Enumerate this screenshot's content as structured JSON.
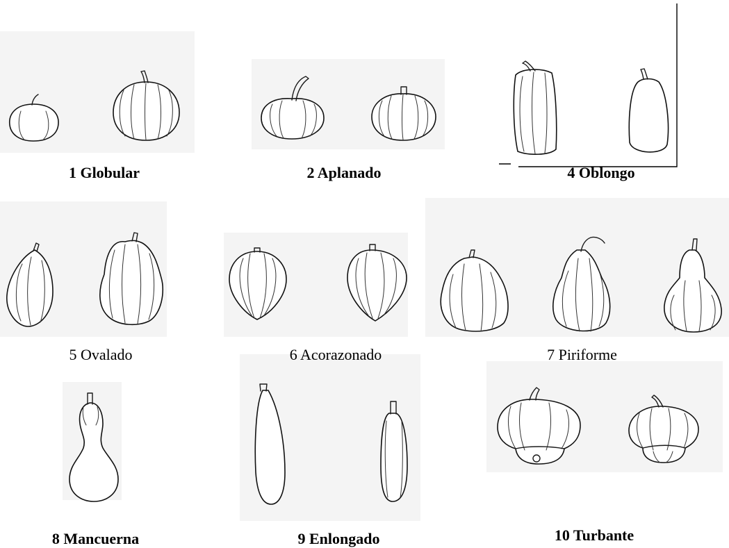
{
  "figure": {
    "shapes": [
      {
        "id": "globular",
        "label": "1 Globular",
        "bold": true
      },
      {
        "id": "aplanado",
        "label": "2 Aplanado",
        "bold": true
      },
      {
        "id": "oblongo",
        "label": "4 Oblongo",
        "bold": true
      },
      {
        "id": "ovalado",
        "label": "5 Ovalado",
        "bold": false
      },
      {
        "id": "acorazonado",
        "label": "6 Acorazonado",
        "bold": false
      },
      {
        "id": "piriforme",
        "label": "7 Piriforme",
        "bold": false
      },
      {
        "id": "mancuerna",
        "label": "8 Mancuerna",
        "bold": true
      },
      {
        "id": "enlongado",
        "label": "9 Enlongado",
        "bold": true
      },
      {
        "id": "turbante",
        "label": "10 Turbante",
        "bold": true
      }
    ]
  }
}
